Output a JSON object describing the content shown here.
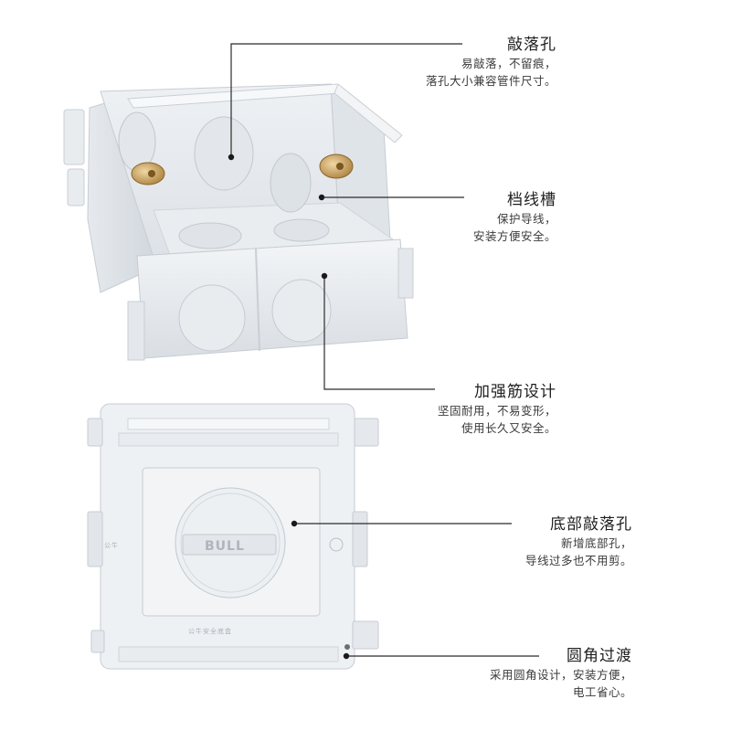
{
  "features": [
    {
      "title": "敲落孔",
      "lines": [
        "易敲落，不留痕，",
        "落孔大小兼容管件尺寸。"
      ]
    },
    {
      "title": "档线槽",
      "lines": [
        "保护导线，",
        "安装方便安全。"
      ]
    },
    {
      "title": "加强筋设计",
      "lines": [
        "坚固耐用，不易变形，",
        "使用长久又安全。"
      ]
    },
    {
      "title": "底部敲落孔",
      "lines": [
        "新增底部孔，",
        "导线过多也不用剪。"
      ]
    },
    {
      "title": "圆角过渡",
      "lines": [
        "采用圆角设计，安装方便，",
        "电工省心。"
      ]
    }
  ],
  "product_marks": {
    "logo": "BULL",
    "side_text": "公牛",
    "bottom_text": "公牛安全底盒"
  }
}
